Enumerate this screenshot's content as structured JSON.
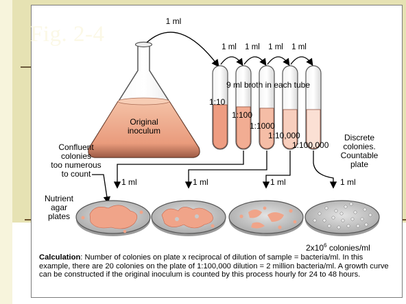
{
  "slide": {
    "title": "Fig. 2-4"
  },
  "figure": {
    "top_transfer": "1 ml",
    "tube_transfers": [
      "1 ml",
      "1 ml",
      "1 ml",
      "1 ml"
    ],
    "broth_label": "9 ml broth in each tube",
    "flask_label_line1": "Original",
    "flask_label_line2": "inoculum",
    "dilutions": [
      "1:10",
      "1:100",
      "1:1000",
      "1:10,000",
      "1:100,000"
    ],
    "plate_transfers": [
      "1 ml",
      "1 ml",
      "1 ml",
      "1 ml"
    ],
    "confluent_label": [
      "Confluent",
      "colonies",
      "too numerous",
      "to count"
    ],
    "discrete_label": [
      "Discrete",
      "colonies.",
      "Countable",
      "plate"
    ],
    "plates_label": [
      "Nutrient",
      "agar",
      "plates"
    ],
    "result_base": "2x10",
    "result_exp": "6",
    "result_unit": " colonies/ml"
  },
  "caption": {
    "heading": "Calculation",
    "text": ": Number of colonies on plate x reciprocal of dilution of sample = bacteria/ml. In this example, there are 20 colonies on the plate of 1:100,000 dilution = 2 million bacteria/ml. A growth curve can be constructed if the original inoculum is counted by this process hourly for 24 to 48 hours."
  },
  "colors": {
    "culture": "#f0a489",
    "culture_dark": "#c9654a",
    "plate_agar": "#c9c9c9",
    "slide_band": "#e6e2b3"
  }
}
